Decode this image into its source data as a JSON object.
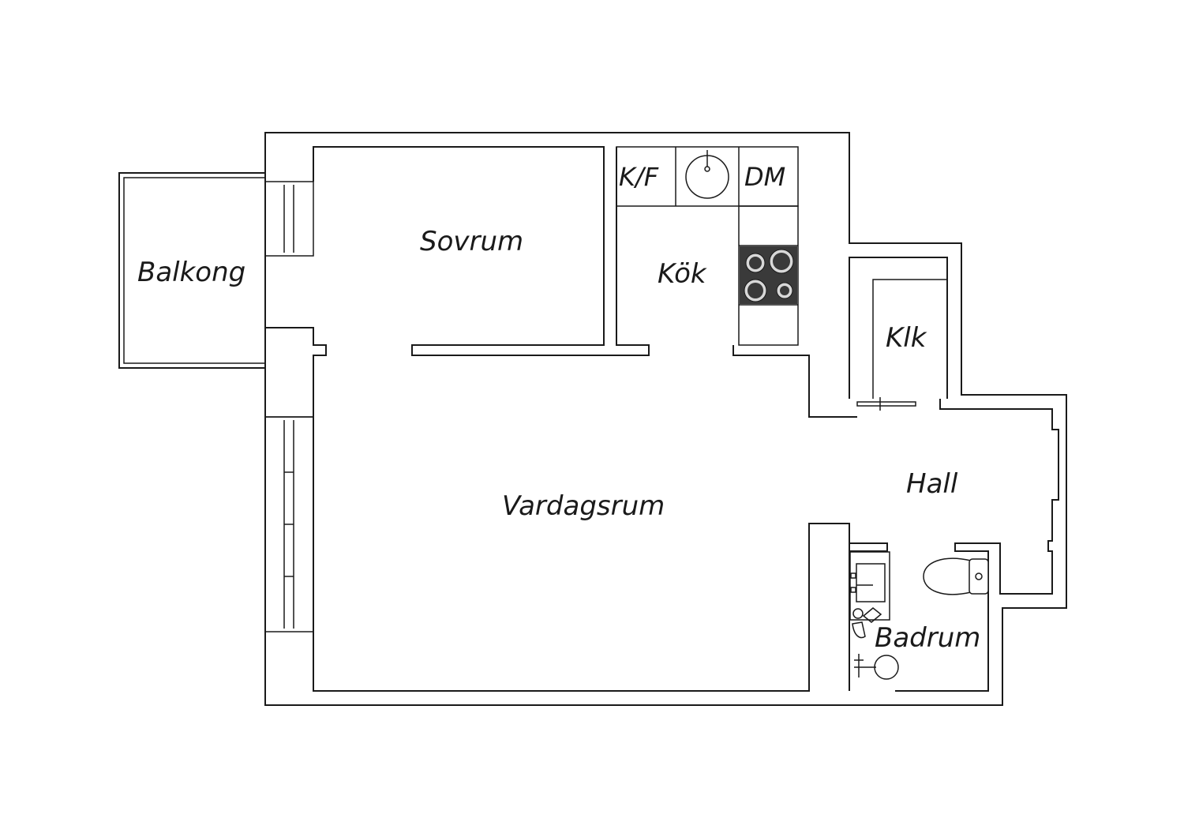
{
  "rooms": {
    "balkong": "Balkong",
    "sovrum": "Sovrum",
    "kok": "Kök",
    "klk": "Klk",
    "hall": "Hall",
    "vardagsrum": "Vardagsrum",
    "badrum": "Badrum"
  },
  "appliances": {
    "fridge_freezer": "K/F",
    "dishwasher": "DM"
  },
  "colors": {
    "wall": "#1a1a1a",
    "background": "#ffffff",
    "stove": "#3a3a3a"
  }
}
